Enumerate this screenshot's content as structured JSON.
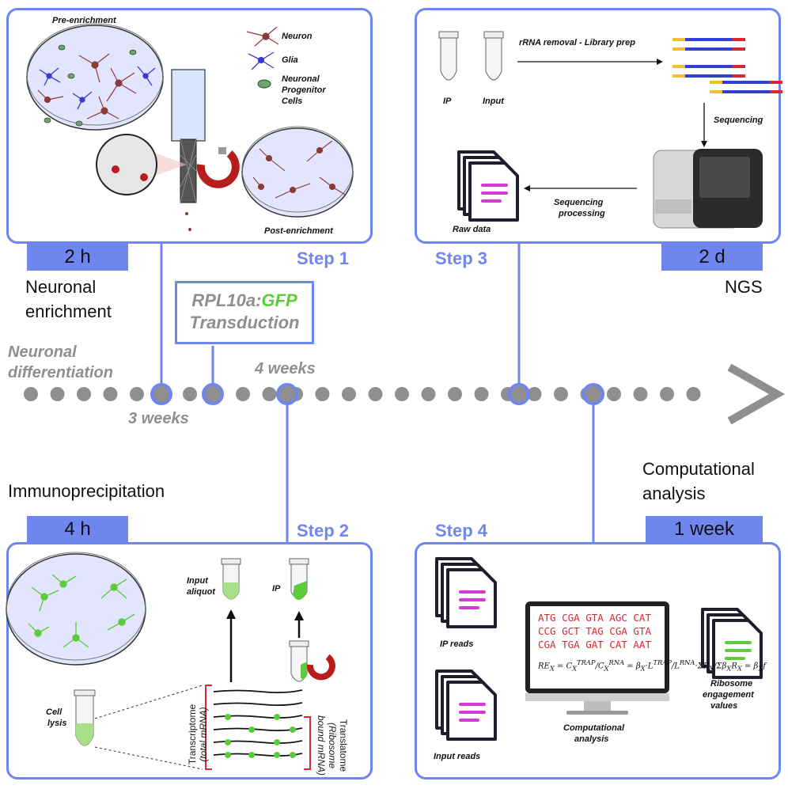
{
  "step1": {
    "step_label": "Step 1",
    "duration": "2 h",
    "title_line1": "Neuronal",
    "title_line2": "enrichment",
    "pre_enrichment": "Pre-enrichment",
    "post_enrichment": "Post-enrichment",
    "legend": {
      "neuron": "Neuron",
      "glia": "Glia",
      "npc_line1": "Neuronal",
      "npc_line2": "Progenitor",
      "npc_line3": "Cells"
    }
  },
  "step3": {
    "step_label": "Step 3",
    "duration": "2 d",
    "title": "NGS",
    "ip": "IP",
    "input": "Input",
    "rrna": "rRNA removal - Library prep",
    "sequencing": "Sequencing",
    "processing_line1": "Sequencing",
    "processing_line2": "processing",
    "raw_data": "Raw data"
  },
  "timeline": {
    "transduction_line1_prefix": "RPL10a:",
    "transduction_line1_gfp": "GFP",
    "transduction_line2": "Transduction",
    "differentiation_line1": "Neuronal",
    "differentiation_line2": "differentiation",
    "weeks3": "3 weeks",
    "weeks4": "4 weeks"
  },
  "step2": {
    "step_label": "Step 2",
    "duration": "4 h",
    "title": "Immunoprecipitation",
    "input_aliquot_line1": "Input",
    "input_aliquot_line2": "aliquot",
    "ip": "IP",
    "cell_lysis_line1": "Cell",
    "cell_lysis_line2": "lysis",
    "transcriptome_line1": "Transcriptome",
    "transcriptome_line2": "(total mRNA)",
    "translatome_line1": "Translatome",
    "translatome_line2": "(Ribosome",
    "translatome_line3": "bound mRNA)"
  },
  "step4": {
    "step_label": "Step 4",
    "duration": "1 week",
    "title_line1": "Computational",
    "title_line2": "analysis",
    "ip_reads": "IP reads",
    "input_reads": "Input reads",
    "computational_line1": "Computational",
    "computational_line2": "analysis",
    "engagement_line1": "Ribosome",
    "engagement_line2": "engagement",
    "engagement_line3": "values",
    "sequence_rows": [
      "ATG CGA GTA AGC CAT",
      "CCG GCT TAG CGA GTA",
      "CGA TGA GAT CAT AAT"
    ]
  },
  "colors": {
    "accent": "#6f86ee",
    "neuron": "#8b3a3a",
    "glia": "#3a3ad0",
    "gfp": "#5ccc3c",
    "read_red": "#d8282f",
    "read_yellow": "#f0c030",
    "read_blue": "#3040d0",
    "dots": "#8f8f8f"
  }
}
